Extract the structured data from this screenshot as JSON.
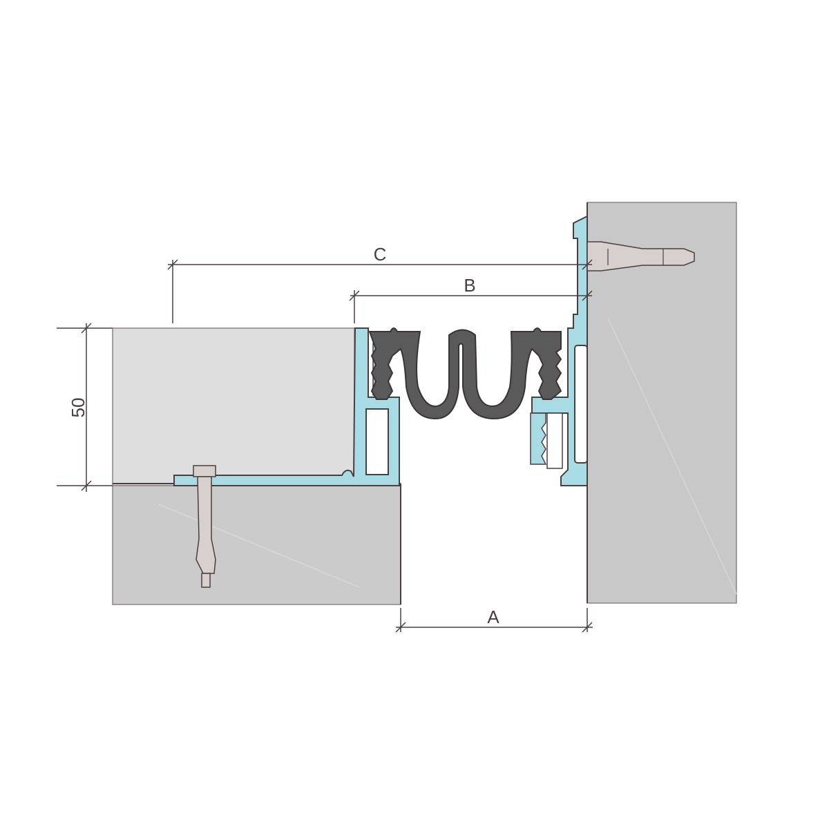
{
  "dimensions": {
    "height_label": "50",
    "a_label": "A",
    "b_label": "B",
    "c_label": "C"
  },
  "colors": {
    "concrete_light": "#dcdcdc",
    "concrete_mid": "#cbcbcb",
    "wall": "#c8c8c8",
    "aluminium": "#a8dce4",
    "rubber": "#5a5a5a",
    "line": "#4a3d40",
    "anchor": "#d8d0cc"
  }
}
